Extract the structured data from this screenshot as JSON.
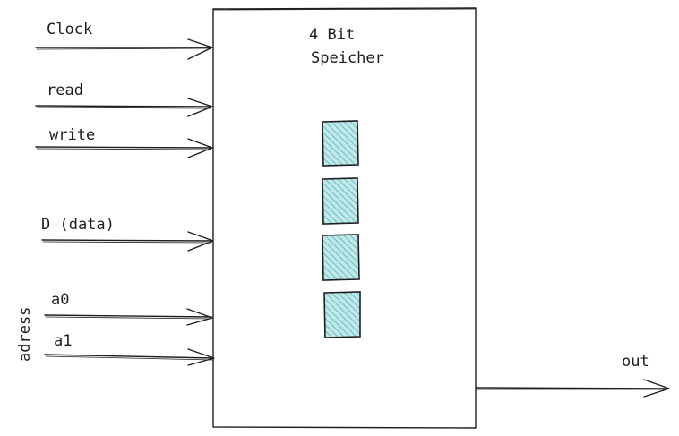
{
  "diagram": {
    "title_line1": "4 Bit",
    "title_line2": "Speicher",
    "inputs": {
      "clock": "Clock",
      "read": "read",
      "write": "write",
      "data": "D (data)",
      "a0": "a0",
      "a1": "a1"
    },
    "group_label": "adress",
    "output": "out",
    "memory_cells": 4,
    "colors": {
      "stroke": "#1e1e1e",
      "cell_fill": "#a5d8dd",
      "cell_hatch": "#3fb3b8"
    }
  }
}
